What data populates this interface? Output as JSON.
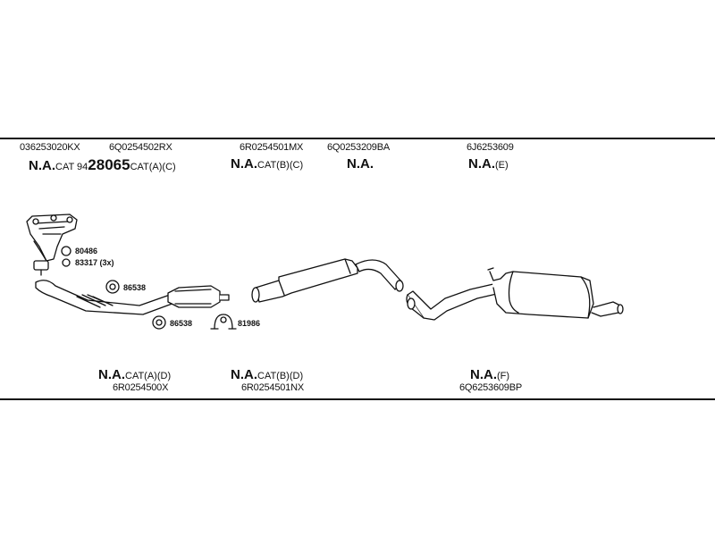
{
  "top_row": {
    "pn1": "036253020KX",
    "pn2": "6Q0254502RX",
    "pn3": "6R0254501MX",
    "pn4": "6Q0253209BA",
    "pn5": "6J6253609",
    "g1_na": "N.A.",
    "g1_cat": "CAT 94",
    "g1_num": "28065",
    "g1_tail": "CAT(A)(C)",
    "g2_na": "N.A.",
    "g2_tail": "CAT(B)(C)",
    "g3_na": "N.A.",
    "g4_na": "N.A.",
    "g4_tail": "(E)"
  },
  "bottom_row": {
    "g1_na": "N.A.",
    "g1_tail": "CAT(A)(D)",
    "g1_pn": "6R0254500X",
    "g2_na": "N.A.",
    "g2_tail": "CAT(B)(D)",
    "g2_pn": "6R0254501NX",
    "g3_na": "N.A.",
    "g3_tail": "(F)",
    "g3_pn": "6Q6253609BP"
  },
  "labels": {
    "l80486": "80486",
    "l83317": "83317 (3x)",
    "l86538a": "86538",
    "l86538b": "86538",
    "l81986": "81986"
  }
}
